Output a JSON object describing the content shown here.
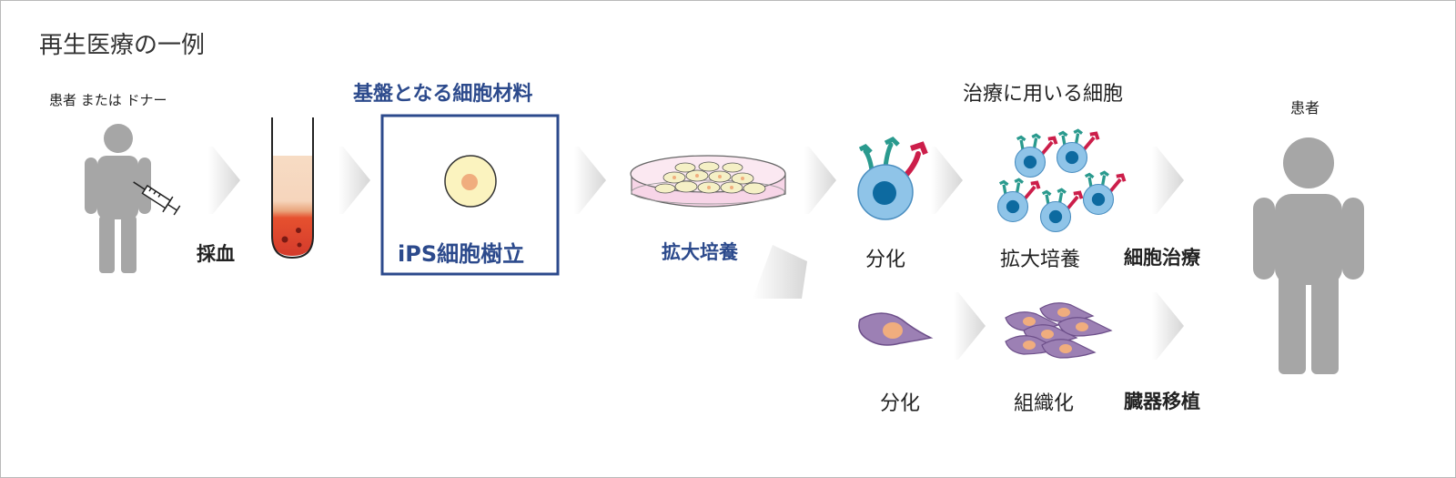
{
  "title": "再生医療の一例",
  "patient_or_donor_label": "患者 または ドナー",
  "blood_draw_label": "採血",
  "base_material_heading": "基盤となる細胞材料",
  "ips_label": "iPS細胞樹立",
  "expansion_label": "拡大培養",
  "therapy_cells_heading": "治療に用いる細胞",
  "diff_label_upper": "分化",
  "expansion_label_upper": "拡大培養",
  "cell_therapy_label": "細胞治療",
  "diff_label_lower": "分化",
  "tissue_label": "組織化",
  "organ_transplant_label": "臓器移植",
  "patient_label": "患者",
  "colors": {
    "accent_blue": "#2c4a8c",
    "figure_gray": "#a6a6a6",
    "arrow_gray": "#e3e3e3",
    "blood_red": "#d9483b",
    "cell_blue": "#5ba7d8",
    "muscle_purple": "#8d6aa6"
  },
  "icons": [
    "person-icon",
    "syringe-icon",
    "test-tube-icon",
    "ips-cell-icon",
    "petri-dish-icon",
    "immune-cell-icon",
    "muscle-cell-icon",
    "arrow-icon"
  ]
}
